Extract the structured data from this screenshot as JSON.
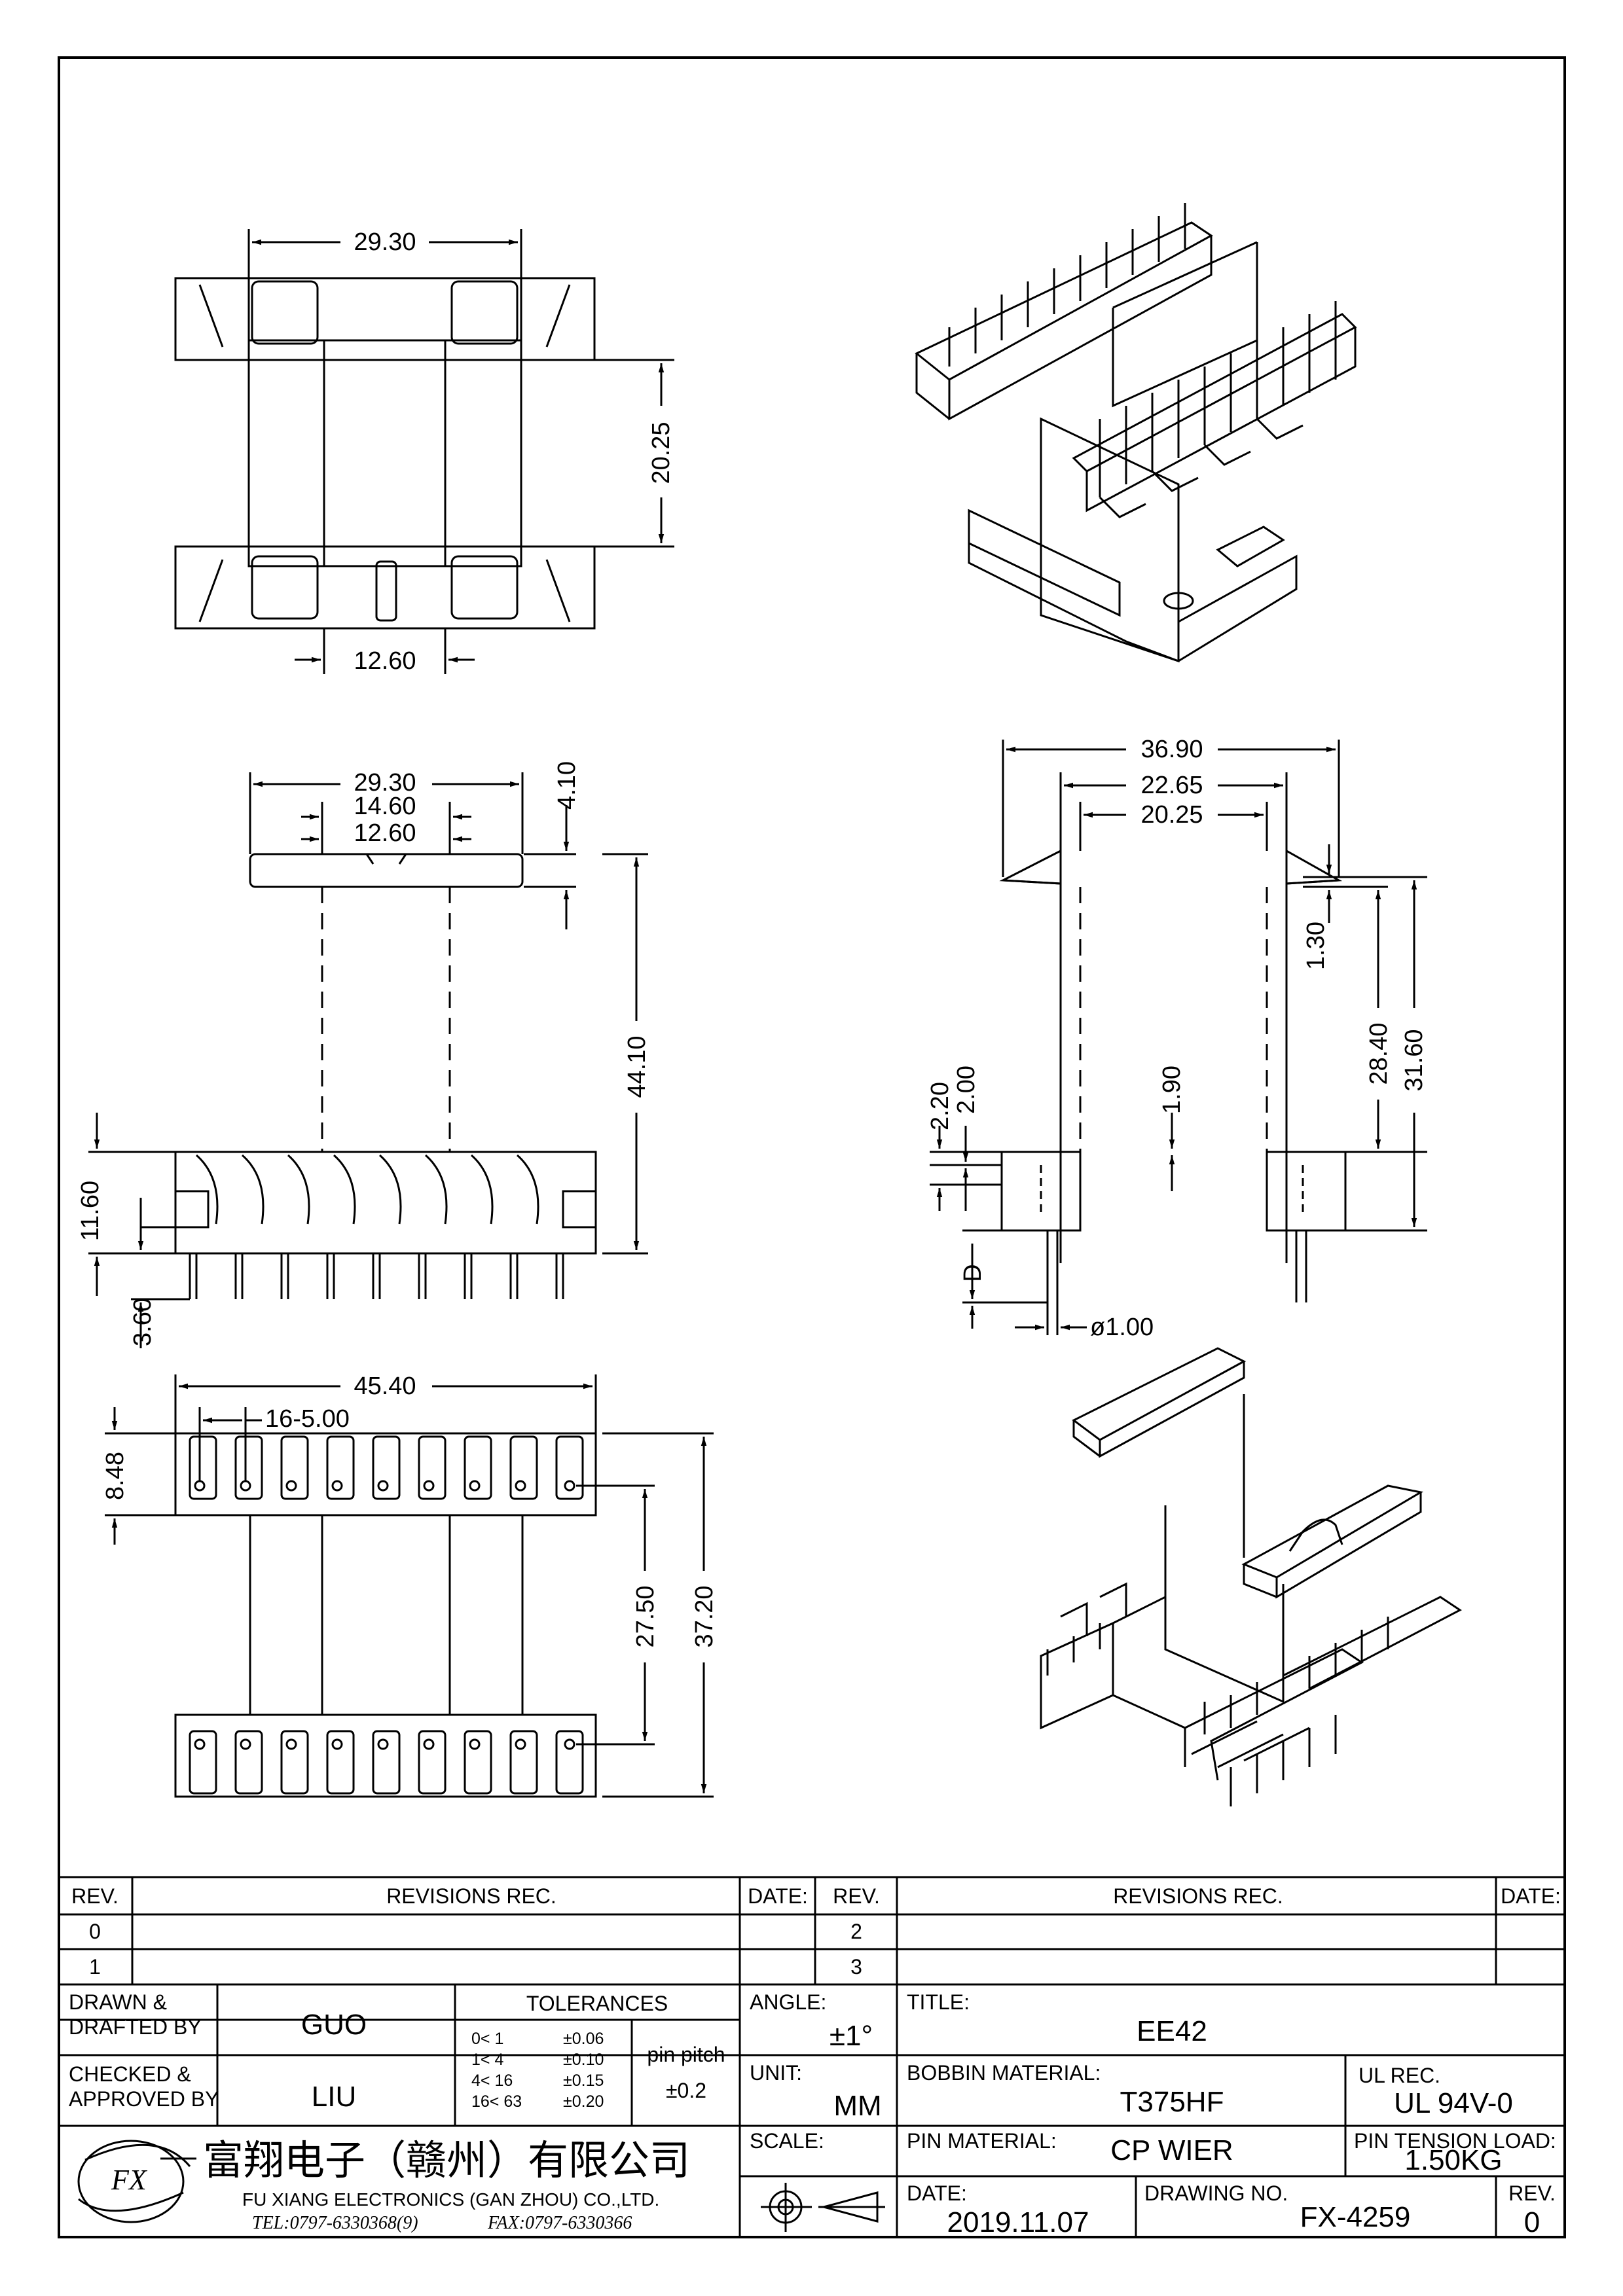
{
  "views": {
    "top_view": {
      "width": "29.30",
      "depth": "20.25",
      "slot": "12.60"
    },
    "front_view": {
      "flange_width": "29.30",
      "core_width": "14.60",
      "slot": "12.60",
      "flange_top": "4.10",
      "height": "44.10",
      "base_height": "11.60",
      "pin_length": "3.60"
    },
    "side_view": {
      "overall_width": "36.90",
      "flange_width": "22.65",
      "core_width": "20.25",
      "flange_thickness": "1.30",
      "inner_height": "28.40",
      "total_height": "31.60",
      "wall": "1.90",
      "dim_a": "2.20",
      "dim_b": "2.00",
      "dim_d": "D",
      "pin_diameter": "ø1.00"
    },
    "bottom_view": {
      "width": "45.40",
      "pin_pitch": "16-5.00",
      "pin_row": "8.48",
      "row_spacing": "27.50",
      "depth": "37.20"
    }
  },
  "title_block": {
    "revisions": {
      "rev_header": "REV.",
      "rec_header": "REVISIONS   REC.",
      "date_header": "DATE:",
      "left_revs": [
        "0",
        "1"
      ],
      "right_revs": [
        "2",
        "3"
      ]
    },
    "drawn_label": "DRAWN &\nDRAFTED BY",
    "drawn_by": "GUO",
    "checked_label": "CHECKED &\nAPPROVED BY",
    "checked_by": "LIU",
    "tolerances_label": "TOLERANCES",
    "tolerances": [
      {
        "range": "0<  1",
        "tol": "±0.06"
      },
      {
        "range": "1<  4",
        "tol": "±0.10"
      },
      {
        "range": "4<  16",
        "tol": "±0.15"
      },
      {
        "range": "16<  63",
        "tol": "±0.20"
      }
    ],
    "pin_pitch_label": "pin pitch",
    "pin_pitch_tol": "±0.2",
    "angle_label": "ANGLE:",
    "angle_value": "±1°",
    "unit_label": "UNIT:",
    "unit_value": "MM",
    "scale_label": "SCALE:",
    "title_label": "TITLE:",
    "title_value": "EE42",
    "bobbin_label": "BOBBIN MATERIAL:",
    "bobbin_value": "T375HF",
    "ul_label": "UL REC.",
    "ul_value": "UL 94V-0",
    "pin_material_label": "PIN MATERIAL:",
    "pin_material_value": "CP WIER",
    "pin_tension_label": "PIN TENSION LOAD:",
    "pin_tension_value": "1.50KG",
    "date_label": "DATE:",
    "date_value": "2019.11.07",
    "drawing_no_label": "DRAWING NO.",
    "drawing_no_value": "FX-4259",
    "rev_label": "REV.",
    "rev_value": "0",
    "company_cn": "富翔电子（赣州）有限公司",
    "company_en": "FU XIANG ELECTRONICS (GAN ZHOU) CO.,LTD.",
    "tel": "TEL:0797-6330368(9)",
    "fax": "FAX:0797-6330366",
    "logo_text": "FX"
  }
}
